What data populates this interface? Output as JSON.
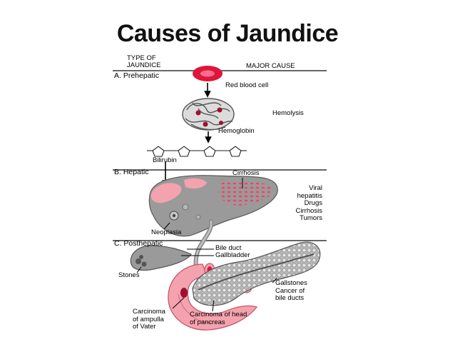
{
  "slide": {
    "title": "Causes of Jaundice"
  },
  "header": {
    "type_of": "TYPE OF",
    "jaundice": "JAUNDICE",
    "major_cause": "MAJOR CAUSE"
  },
  "sections": {
    "a": {
      "label": "A. Prehepatic"
    },
    "b": {
      "label": "B. Hepatic"
    },
    "c": {
      "label": "C. Posthepatic"
    }
  },
  "labels": {
    "red_blood_cell": "Red blood cell",
    "hemolysis": "Hemolysis",
    "hemoglobin": "Hemoglobin",
    "bilirubin": "Bilirubin",
    "cirrhosis": "Cirrhosis",
    "hepatic_causes": [
      "Viral",
      "hepatitis",
      "Drugs",
      "Cirrhosis",
      "Tumors"
    ],
    "neoplasia": "Neoplasia",
    "bile_duct": "Bile duct",
    "gallbladder": "Gallbladder",
    "stones": "Stones",
    "posthepatic_causes": [
      "Gallstones",
      "Cancer of",
      "bile ducts"
    ],
    "carcinoma_ampulla": [
      "Carcinoma",
      "of ampulla",
      "of Vater"
    ],
    "carcinoma_pancreas": [
      "Carcinoma of head",
      "of pancreas"
    ]
  },
  "colors": {
    "pink": "#f2a0a9",
    "red": "#e0143c",
    "gray": "#9a9a9a",
    "dark_gray": "#6b6b6b"
  }
}
